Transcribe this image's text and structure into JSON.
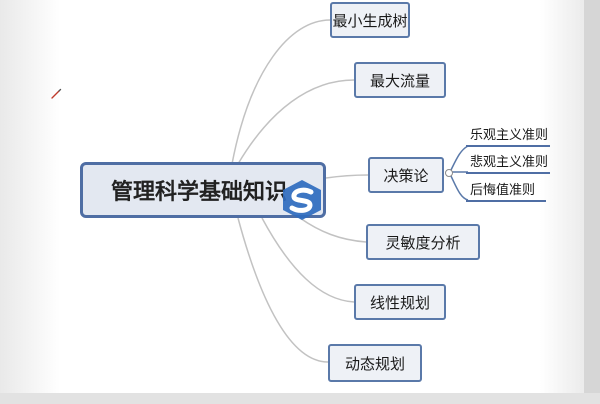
{
  "mindmap": {
    "central": "管理科学基础知识",
    "branches": [
      {
        "label": "最小生成树"
      },
      {
        "label": "最大流量"
      },
      {
        "label": "决策论",
        "children": [
          "乐观主义准则",
          "悲观主义准则",
          "后悔值准则"
        ]
      },
      {
        "label": "灵敏度分析"
      },
      {
        "label": "线性规划"
      },
      {
        "label": "动态规划"
      }
    ]
  },
  "colors": {
    "border": "#5a79a9",
    "node_fill": "#eef1f6",
    "connector": "#bdbdbd",
    "logo_blue": "#2f6bbf"
  }
}
